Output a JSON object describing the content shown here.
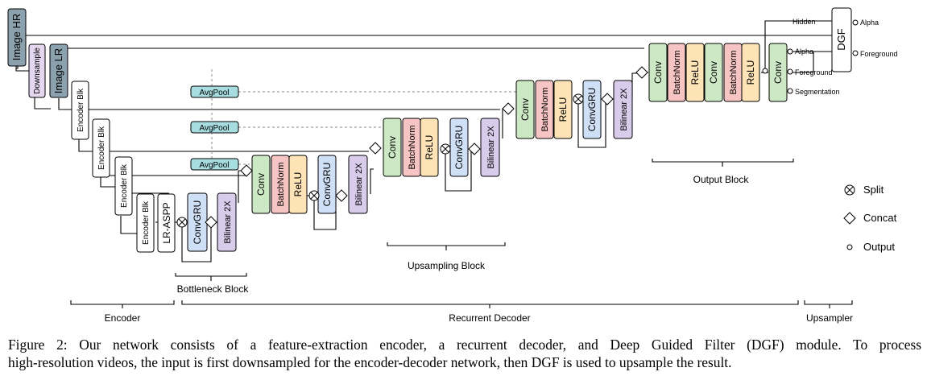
{
  "inputs": {
    "image_hr": "Image HR",
    "downsample": "Downsample",
    "image_lr": "Image LR"
  },
  "encoder_blocks": [
    "Encoder Blk",
    "Encoder Blk",
    "Encoder Blk",
    "Encoder Blk"
  ],
  "lr_aspp": "LR-ASPP",
  "avgpool": [
    "AvgPool",
    "AvgPool",
    "AvgPool"
  ],
  "bottleneck": {
    "convgru": "ConvGRU",
    "bilinear": "Bilinear 2X",
    "label": "Bottleneck Block"
  },
  "upsampling": {
    "conv": "Conv",
    "batchnorm": "BatchNorm",
    "relu": "ReLU",
    "convgru": "ConvGRU",
    "bilinear": "Bilinear 2X",
    "label": "Upsampling Block"
  },
  "output_block": {
    "conv": "Conv",
    "batchnorm": "BatchNorm",
    "relu": "ReLU",
    "label": "Output Block"
  },
  "dgf": {
    "label": "DGF",
    "hidden": "Hidden"
  },
  "outputs": {
    "alpha": "Alpha",
    "foreground": "Foreground",
    "segmentation": "Segmentation"
  },
  "legend": {
    "split": "Split",
    "concat": "Concat",
    "output": "Output"
  },
  "sections": {
    "encoder": "Encoder",
    "decoder": "Recurrent Decoder",
    "upsampler": "Upsampler"
  },
  "caption": {
    "line1": "Figure 2: Our network consists of a feature-extraction encoder, a recurrent decoder, and Deep Guided Filter (DGF) module. To process",
    "line2": "high-resolution videos, the input is first downsampled for the encoder-decoder network, then DGF is used to upsample the result."
  },
  "colors": {
    "image": "#8ba1ad",
    "downsample": "#e3d6ee",
    "avgpool": "#a7dde0",
    "conv": "#cde8c4",
    "batchnorm": "#f6c5c3",
    "relu": "#fde3b6",
    "convgru": "#cfe0f6",
    "bilinear": "#d9cceb",
    "white": "#ffffff"
  }
}
